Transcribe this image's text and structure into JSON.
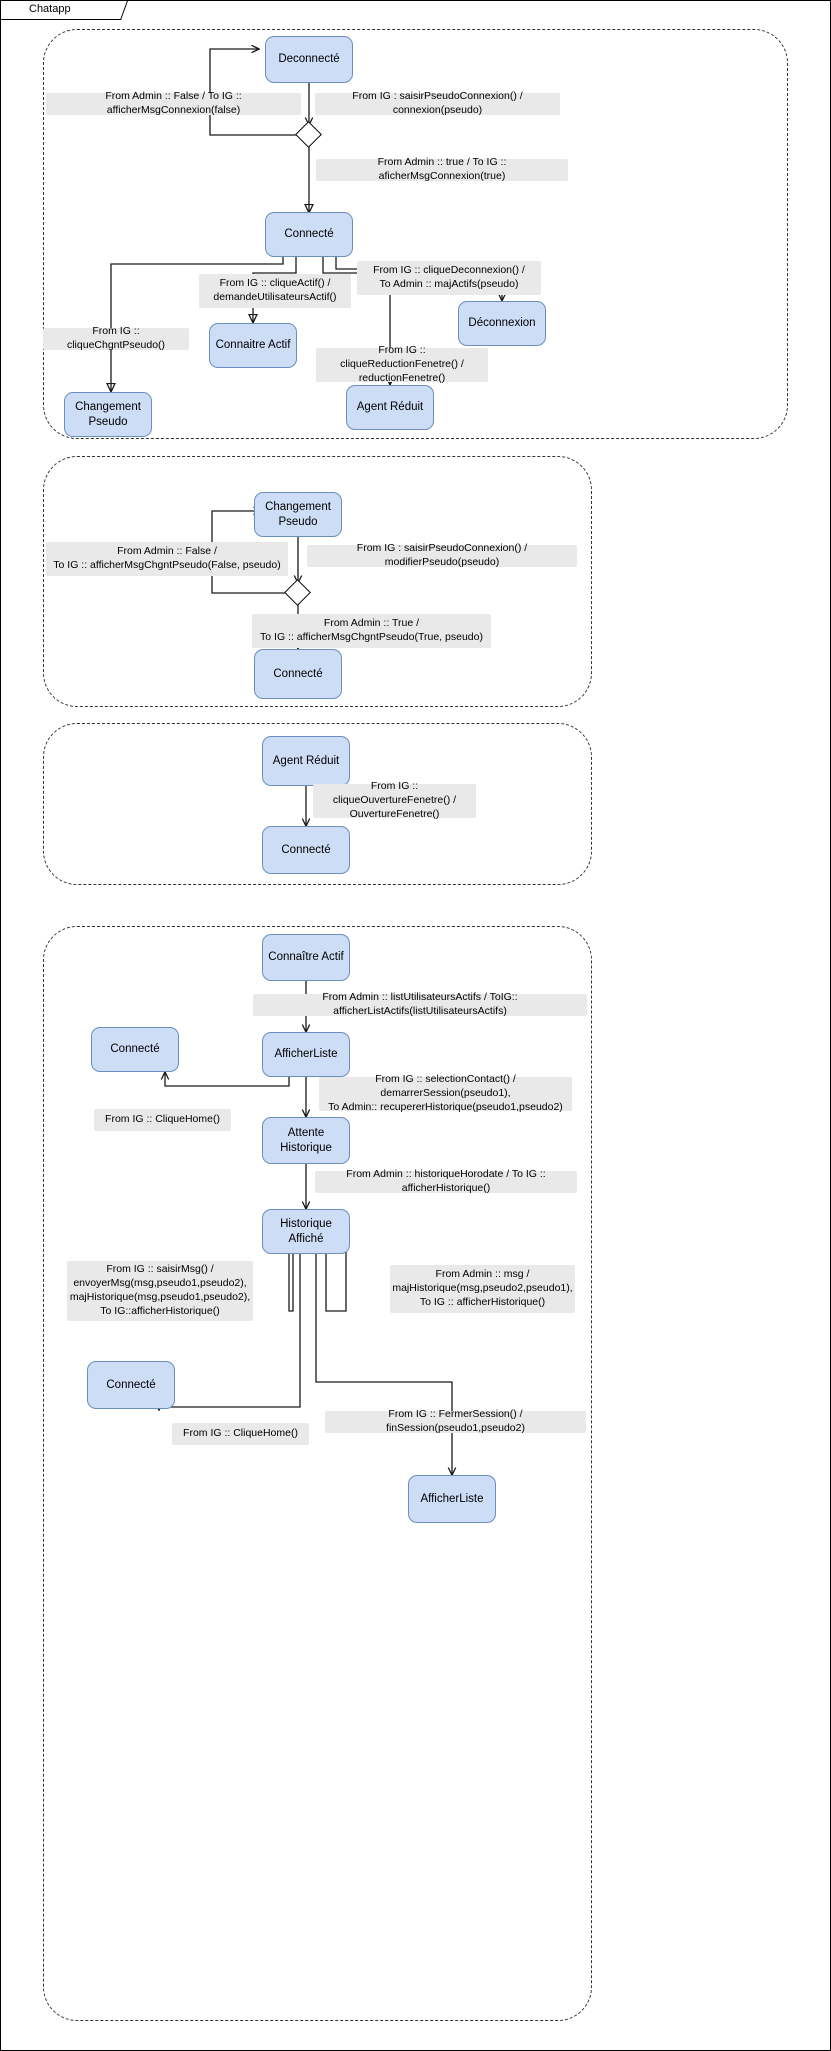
{
  "window": {
    "tab_label": "Chatapp"
  },
  "regions": [
    {
      "name": "connexion-region"
    },
    {
      "name": "changement-pseudo-region"
    },
    {
      "name": "agent-reduit-region"
    },
    {
      "name": "session-region"
    }
  ],
  "states": {
    "deconnecte": "Deconnecté",
    "connecte": "Connecté",
    "connaitre_actif": "Connaitre Actif",
    "deconnexion": "Déconnexion",
    "changement_pseudo": "Changement Pseudo",
    "agent_reduit": "Agent Réduit",
    "changement_pseudo_2": "Changement Pseudo",
    "connecte_2": "Connecté",
    "agent_reduit_3": "Agent Réduit",
    "connecte_3": "Connecté",
    "connaitre_actif_4": "Connaître Actif",
    "afficher_liste": "AfficherListe",
    "connecte_4a": "Connecté",
    "attente_historique": "Attente Historique",
    "historique_affiche": "Historique Affiché",
    "connecte_4b": "Connecté",
    "afficher_liste_2": "AfficherListe"
  },
  "transitions": {
    "t1": "From Admin :: False  / To IG :: afficherMsgConnexion(false)",
    "t2": "From IG : saisirPseudoConnexion() / connexion(pseudo)",
    "t3": "From Admin :: true  / To IG :: aficherMsgConnexion(true)",
    "t4": "From IG :: cliqueActif() /\ndemandeUtilisateursActif()",
    "t5": "From IG :: cliqueDeconnexion() /\nTo Admin :: majActifs(pseudo)",
    "t6": "From IG :: cliqueChgntPseudo()",
    "t7": "From IG :: cliqueReductionFenetre() /\nreductionFenetre()",
    "t8": "From Admin :: False /\nTo IG :: afficherMsgChgntPseudo(False, pseudo)",
    "t9": "From IG : saisirPseudoConnexion() / modifierPseudo(pseudo)",
    "t10": "From Admin :: True /\nTo IG :: afficherMsgChgntPseudo(True, pseudo)",
    "t11": "From IG :: cliqueOuvertureFenetre() /\nOuvertureFenetre()",
    "t12": "From Admin :: listUtilisateursActifs / ToIG:: afficherListActifs(listUtilisateursActifs)",
    "t13": "From IG :: selectionContact() / demarrerSession(pseudo1),\nTo Admin:: recupererHistorique(pseudo1,pseudo2)",
    "t14": "From IG :: CliqueHome()",
    "t15": "From Admin :: historiqueHorodate / To IG :: afficherHistorique()",
    "t16": "From IG :: saisirMsg() /\nenvoyerMsg(msg,pseudo1,pseudo2),\nmajHistorique(msg,pseudo1,pseudo2),\nTo IG::afficherHistorique()",
    "t17": "From Admin ::  msg /\nmajHistorique(msg,pseudo2,pseudo1),\nTo IG :: afficherHistorique()",
    "t18": "From IG :: CliqueHome()",
    "t19": "From IG :: FermerSession() / finSession(pseudo1,pseudo2)"
  },
  "colors": {
    "state_fill": "#ccddf5",
    "state_border": "#6c8ebf",
    "label_fill": "#e9e9e9",
    "edge": "#1a1a1a",
    "region_border": "#333333"
  }
}
